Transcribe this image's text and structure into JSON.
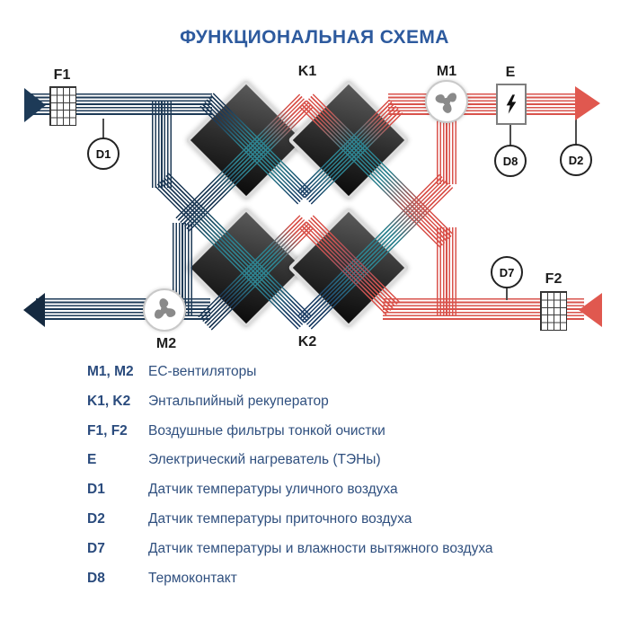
{
  "title": "ФУНКЦИОНАЛЬНАЯ СХЕМА",
  "diagram": {
    "labels": {
      "f1": "F1",
      "k1": "K1",
      "m1": "M1",
      "e": "E",
      "d8": "D8",
      "d2": "D2",
      "d1": "D1",
      "m2": "M2",
      "k2": "K2",
      "d7": "D7",
      "f2": "F2"
    },
    "colors": {
      "fresh_air_blue": "#1e3a56",
      "warm_air_red": "#d9534c",
      "exchange_teal": "#2e828f",
      "core_fill_dark": "#1a1a1a",
      "core_border": "#dcdcdc",
      "fan_glyph_gray": "#8a8a8a"
    }
  },
  "legend": {
    "items": [
      {
        "key": "M1, M2",
        "desc": "EC-вентиляторы"
      },
      {
        "key": "K1, K2",
        "desc": "Энтальпийный рекуператор"
      },
      {
        "key": "F1, F2",
        "desc": "Воздушные фильтры тонкой очистки"
      },
      {
        "key": "E",
        "desc": "Электрический нагреватель (ТЭНы)"
      },
      {
        "key": "D1",
        "desc": "Датчик температуры уличного воздуха"
      },
      {
        "key": "D2",
        "desc": "Датчик температуры приточного воздуха"
      },
      {
        "key": "D7",
        "desc": "Датчик температуры и влажности вытяжного воздуха"
      },
      {
        "key": "D8",
        "desc": "Термоконтакт"
      }
    ]
  }
}
